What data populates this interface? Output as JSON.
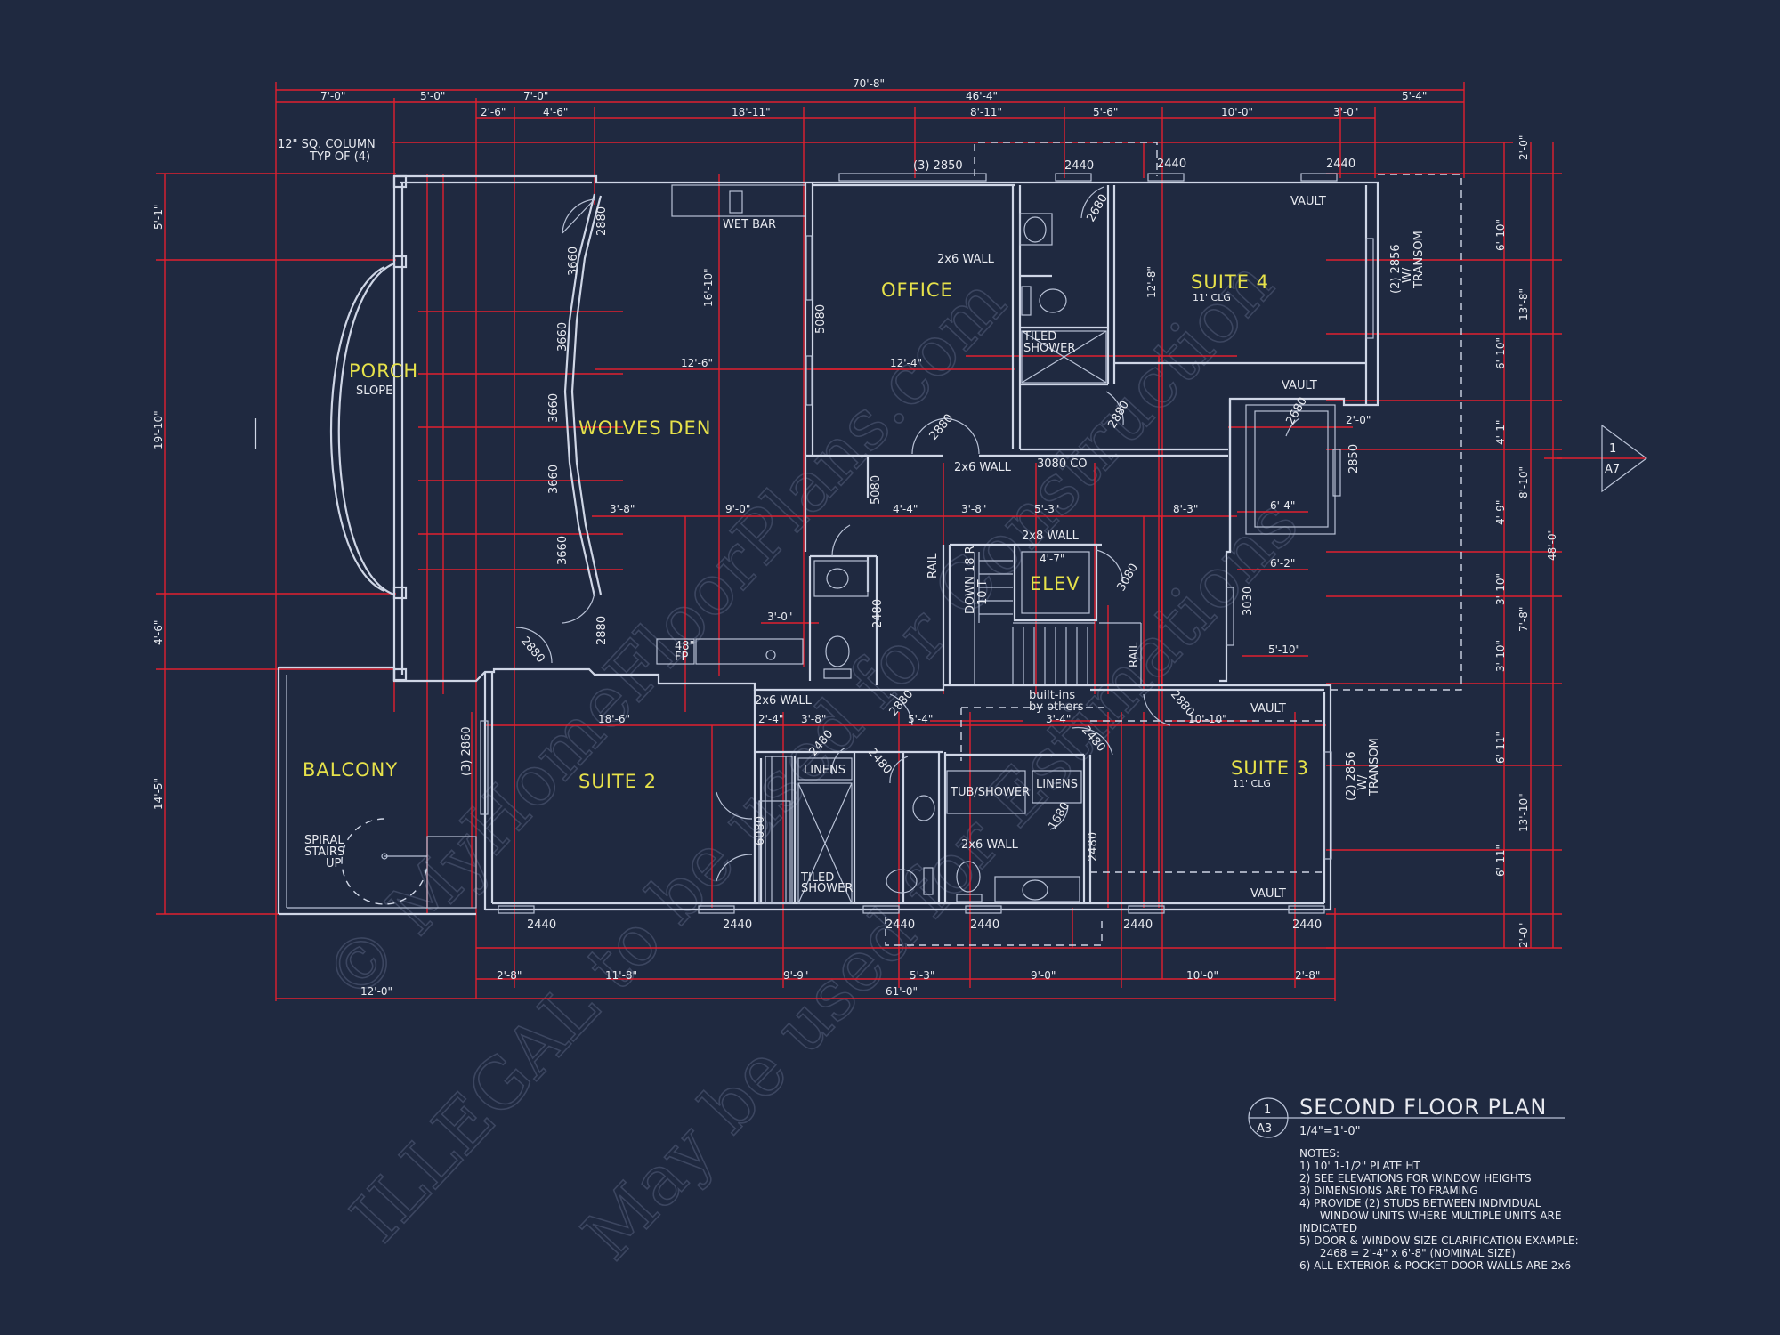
{
  "watermark": {
    "line1": "© MyHomeFloorPlans.com",
    "line2": "ILLEGAL to be used for Construction",
    "line3": "May be used for Estimations"
  },
  "rooms": {
    "porch": "PORCH",
    "porch_slope": "SLOPE",
    "wolves_den": "WOLVES DEN",
    "office": "OFFICE",
    "suite4": "SUITE 4",
    "suite4_clg": "11' CLG",
    "elev": "ELEV",
    "balcony": "BALCONY",
    "suite2": "SUITE 2",
    "suite3": "SUITE 3",
    "suite3_clg": "11' CLG"
  },
  "labels": {
    "column": "12\" SQ. COLUMN",
    "column_typ": "TYP OF (4)",
    "wet_bar": "WET BAR",
    "wall_2x6": "2x6 WALL",
    "wall_2x8": "2x8 WALL",
    "tiled_shower_a": "TILED",
    "tiled_shower_b": "SHOWER",
    "vault": "VAULT",
    "transom_a": "(2) 2856",
    "transom_b": "W/",
    "transom_c": "TRANSOM",
    "rail": "RAIL",
    "down": "DOWN 18 R",
    "down_b": "10 T",
    "fp_a": "48\"",
    "fp_b": "FP",
    "linens": "LINENS",
    "tub_shower": "TUB/SHOWER",
    "builtins_a": "built-ins",
    "builtins_b": "by others",
    "spiral_a": "SPIRAL",
    "spiral_b": "STAIRS",
    "spiral_c": "UP",
    "closet_3080": "3080 CO",
    "section_num": "1",
    "section_sheet": "A7"
  },
  "doors": {
    "d2850_3": "(3) 2850",
    "d2440": "2440",
    "d2880": "2880",
    "d3660": "3660",
    "d5080": "5080",
    "d2680": "2680",
    "d2850": "2850",
    "d3030": "3030",
    "d2480": "2480",
    "d3080": "3080",
    "d6080": "6080",
    "d2860_3": "(3) 2860",
    "d1680": "1680"
  },
  "dims_top": {
    "overall": "70'-8\"",
    "a": "7'-0\"",
    "b": "5'-0\"",
    "c": "7'-0\"",
    "d": "46'-4\"",
    "e": "5'-4\"",
    "f": "2'-6\"",
    "g": "4'-6\"",
    "h": "18'-11\"",
    "i": "8'-11\"",
    "j": "5'-6\"",
    "k": "10'-0\"",
    "l": "3'-0\""
  },
  "dims_bottom": {
    "a": "2'-8\"",
    "b": "11'-8\"",
    "c": "9'-9\"",
    "d": "5'-3\"",
    "e": "9'-0\"",
    "f": "10'-0\"",
    "g": "2'-8\"",
    "overall": "61'-0\"",
    "left": "12'-0\""
  },
  "dims_left": {
    "a": "5'-1\"",
    "b": "19'-10\"",
    "c": "4'-6\"",
    "d": "14'-5\""
  },
  "dims_right": {
    "a": "2'-0\"",
    "b": "6'-10\"",
    "c": "13'-8\"",
    "d": "6'-10\"",
    "e": "4'-1\"",
    "f": "8'-10\"",
    "g": "4'-9\"",
    "h": "48'-0\"",
    "i": "3'-10\"",
    "j": "7'-8\"",
    "k": "3'-10\"",
    "l": "6'-11\"",
    "m": "13'-10\"",
    "n": "6'-11\"",
    "o": "2'-0\""
  },
  "dims_interior": {
    "a": "16'-10\"",
    "b": "12'-6\"",
    "c": "12'-4\"",
    "d": "12'-8\"",
    "e": "3'-8\"",
    "f": "9'-0\"",
    "g": "4'-4\"",
    "h": "3'-8\"",
    "i": "5'-3\"",
    "j": "8'-3\"",
    "k": "4'-7\"",
    "l": "3'-0\"",
    "m": "18'-6\"",
    "n": "2'-4\"",
    "o": "3'-8\"",
    "p": "5'-4\"",
    "q": "3'-4\"",
    "r": "10'-10\"",
    "s": "6'-4\"",
    "t": "6'-2\"",
    "u": "5'-10\"",
    "v": "2'-0\""
  },
  "title_block": {
    "num": "1",
    "sheet": "A3",
    "title": "SECOND FLOOR PLAN",
    "scale": "1/4\"=1'-0\""
  },
  "notes": [
    "NOTES:",
    "1) 10' 1-1/2\" PLATE HT",
    "2) SEE ELEVATIONS FOR WINDOW HEIGHTS",
    "3) DIMENSIONS ARE TO FRAMING",
    "4) PROVIDE (2) STUDS BETWEEN INDIVIDUAL",
    "      WINDOW UNITS WHERE MULTIPLE UNITS ARE",
    "INDICATED",
    "5) DOOR & WINDOW SIZE CLARIFICATION EXAMPLE:",
    "      2468 = 2'-4\" x 6'-8\" (NOMINAL SIZE)",
    "6) ALL EXTERIOR & POCKET DOOR WALLS ARE 2x6"
  ]
}
